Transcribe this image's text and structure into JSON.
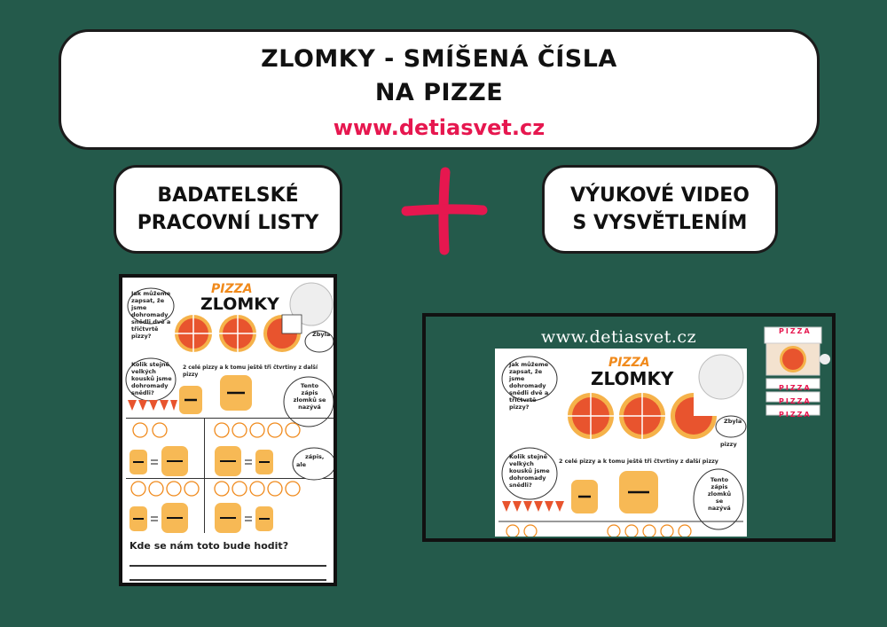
{
  "header": {
    "line1": "ZLOMKY - SMÍŠENÁ ČÍSLA",
    "line2": "NA PIZZE",
    "url": "www.detiasvet.cz"
  },
  "left_pill": {
    "line1": "BADATELSKÉ",
    "line2": "PRACOVNÍ LISTY"
  },
  "right_pill": {
    "line1": "VÝUKOVÉ VIDEO",
    "line2": "S VYSVĚTLENÍM"
  },
  "plus_icon": "plus-icon",
  "colors": {
    "background": "#245a4b",
    "accent": "#e6174f",
    "pizza_orange": "#f08a1c",
    "fraction_box": "#f7b955"
  },
  "worksheet": {
    "pizza_word": "PIZZA",
    "title": "ZLOMKY",
    "q1": "Jak můžeme zapsat, že jsme dohromady snědli dvě a třičtvrtě pizzy?",
    "q2": "Kolik stejně velkých kousků jsme dohromady snědli?",
    "caption": "2 celé pizzy a k tomu ještě tři čtvrtiny z další pizzy",
    "zbyla": "Zbyla",
    "tento": "Tento zápis zlomků se nazývá",
    "zapis": "zápis,",
    "ale": "ale",
    "footer_question": "Kde se nám toto bude hodit?"
  },
  "video": {
    "url": "www.detiasvet.cz",
    "pizza_word": "PIZZA",
    "title": "ZLOMKY",
    "q1": "Jak můžeme zapsat, že jsme dohromady snědli dvě a třičtvrtě pizzy?",
    "q2": "Kolik stejně velkých kousků jsme dohromady snědli?",
    "caption": "2 celé pizzy a k tomu ještě tři čtvrtiny z další pizzy",
    "zbyla": "Zbyla",
    "pizzy": "pizzy",
    "tento": "Tento zápis zlomků se nazývá",
    "box_labels": [
      "PIZZA",
      "PIZZA",
      "PIZZA",
      "PIZZA"
    ]
  }
}
